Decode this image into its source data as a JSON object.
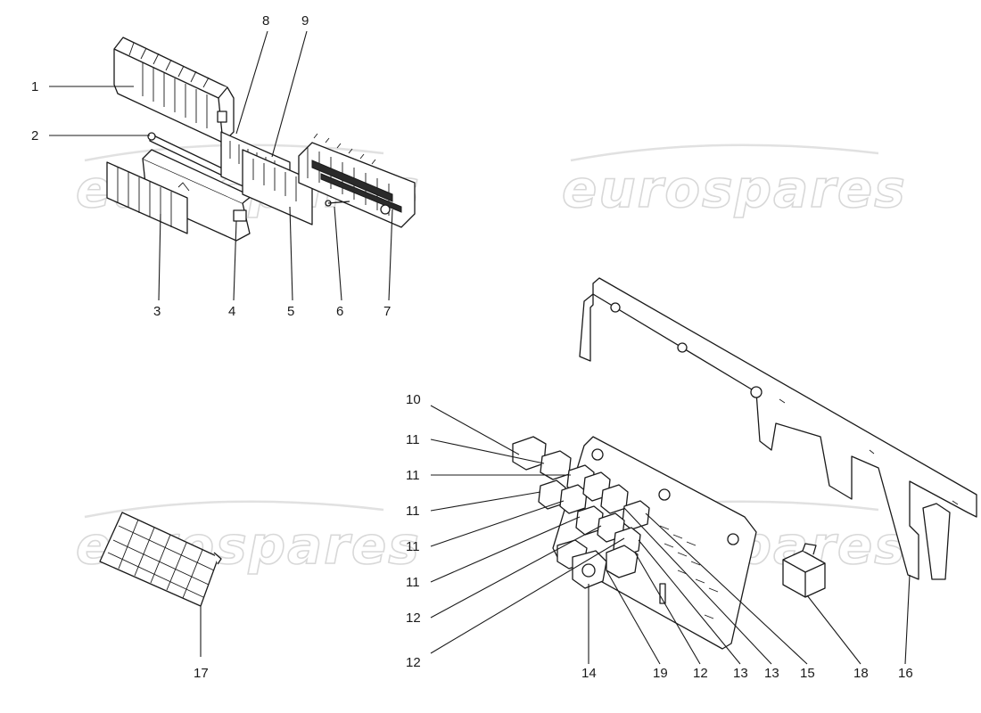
{
  "watermark": {
    "text": "eurospares"
  },
  "callouts": {
    "c1": "1",
    "c2": "2",
    "c3": "3",
    "c4": "4",
    "c5": "5",
    "c6": "6",
    "c7": "7",
    "c8": "8",
    "c9": "9",
    "c10": "10",
    "c11a": "11",
    "c11b": "11",
    "c11c": "11",
    "c11d": "11",
    "c11e": "11",
    "c12a": "12",
    "c12b": "12",
    "c12c": "12",
    "c13a": "13",
    "c13b": "13",
    "c14": "14",
    "c15": "15",
    "c16": "16",
    "c17": "17",
    "c18": "18",
    "c19": "19"
  }
}
